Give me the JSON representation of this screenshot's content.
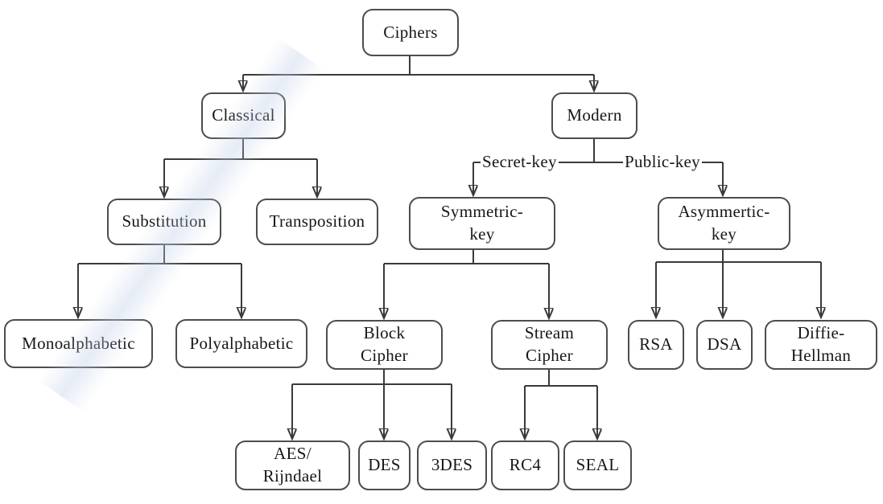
{
  "diagram": {
    "nodes": {
      "ciphers": {
        "label": "Ciphers"
      },
      "classical": {
        "label": "Classical"
      },
      "modern": {
        "label": "Modern"
      },
      "substitution": {
        "label": "Substitution"
      },
      "transposition": {
        "label": "Transposition"
      },
      "symmetric_key": {
        "line1": "Symmetric-",
        "line2": "key"
      },
      "asymmetric_key": {
        "line1": "Asymmertic-",
        "line2": "key"
      },
      "monoalphabetic": {
        "label": "Monoalphabetic"
      },
      "polyalphabetic": {
        "label": "Polyalphabetic"
      },
      "block_cipher": {
        "line1": "Block",
        "line2": "Cipher"
      },
      "stream_cipher": {
        "line1": "Stream",
        "line2": "Cipher"
      },
      "rsa": {
        "label": "RSA"
      },
      "dsa": {
        "label": "DSA"
      },
      "diffie_hellman": {
        "line1": "Diffie-",
        "line2": "Hellman"
      },
      "aes_rijndael": {
        "line1": "AES/",
        "line2": "Rijndael"
      },
      "des": {
        "label": "DES"
      },
      "triple_des": {
        "label": "3DES"
      },
      "rc4": {
        "label": "RC4"
      },
      "seal": {
        "label": "SEAL"
      }
    },
    "edge_labels": {
      "secret_key": "Secret-key",
      "public_key": "Public-key"
    },
    "edges": [
      {
        "from": "Ciphers",
        "to": "Classical"
      },
      {
        "from": "Ciphers",
        "to": "Modern"
      },
      {
        "from": "Classical",
        "to": "Substitution"
      },
      {
        "from": "Classical",
        "to": "Transposition"
      },
      {
        "from": "Substitution",
        "to": "Monoalphabetic"
      },
      {
        "from": "Substitution",
        "to": "Polyalphabetic"
      },
      {
        "from": "Modern",
        "to": "Symmetric-key",
        "label": "Secret-key"
      },
      {
        "from": "Modern",
        "to": "Asymmertic-key",
        "label": "Public-key"
      },
      {
        "from": "Symmetric-key",
        "to": "Block Cipher"
      },
      {
        "from": "Symmetric-key",
        "to": "Stream Cipher"
      },
      {
        "from": "Asymmertic-key",
        "to": "RSA"
      },
      {
        "from": "Asymmertic-key",
        "to": "DSA"
      },
      {
        "from": "Asymmertic-key",
        "to": "Diffie-Hellman"
      },
      {
        "from": "Block Cipher",
        "to": "AES/Rijndael"
      },
      {
        "from": "Block Cipher",
        "to": "DES"
      },
      {
        "from": "Block Cipher",
        "to": "3DES"
      },
      {
        "from": "Stream Cipher",
        "to": "RC4"
      },
      {
        "from": "Stream Cipher",
        "to": "SEAL"
      }
    ],
    "colors": {
      "line": "#3a3a3a",
      "box_border": "#4d4d4d",
      "box_fill": "#ffffff",
      "text": "#161616",
      "background": "#ffffff"
    }
  }
}
